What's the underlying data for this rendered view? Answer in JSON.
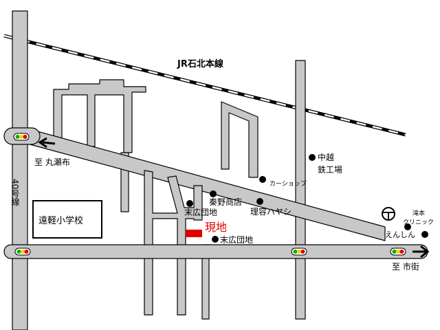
{
  "colors": {
    "road_fill": "#c8c8c8",
    "road_outline": "#000000",
    "site_marker": "#e00000",
    "site_label": "#e00000",
    "traffic_light_lamps": [
      "#00b000",
      "#ffd000",
      "#e00000"
    ]
  },
  "railway": {
    "label": "JR石北本線"
  },
  "roads": {
    "route40_label": "40号線",
    "to_maruseppu_label": "至 丸瀬布",
    "to_city_label": "至 市街"
  },
  "school": {
    "label": "遠軽小学校"
  },
  "site": {
    "label": "現地"
  },
  "landmarks": {
    "nakakoshi_line1": "中越",
    "nakakoshi_line2": "鉄工場",
    "car_shop": "カーショップ",
    "hatano_shop": "秦野商店",
    "barber": "理容ハヤシ",
    "suehiro_danchi_a": "末広団地",
    "suehiro_danchi_b": "末広団地",
    "takimoto_line1": "滝本",
    "takimoto_line2": "クリニック",
    "enshin": "えんしん"
  },
  "icons": {
    "arrow_left": "arrow-left-icon",
    "arrow_right": "arrow-right-icon",
    "traffic_light": "traffic-light-icon",
    "bank_symbol": "bank-symbol-icon",
    "landmark_dot": "landmark-dot-icon"
  }
}
